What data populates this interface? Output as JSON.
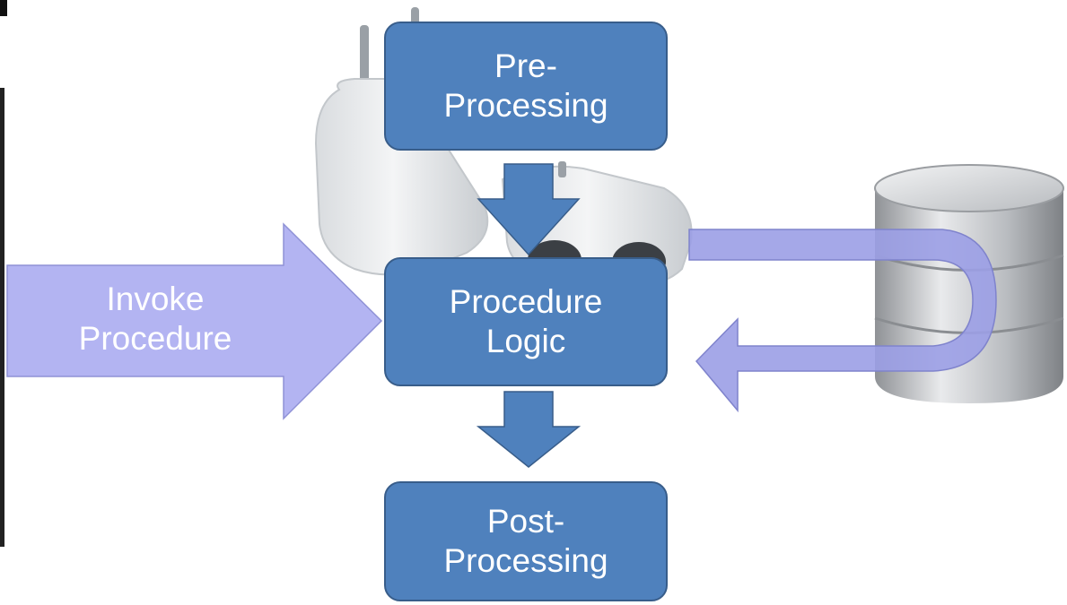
{
  "boxes": {
    "pre": {
      "line1": "Pre-",
      "line2": "Processing"
    },
    "logic": {
      "line1": "Procedure",
      "line2": "Logic"
    },
    "post": {
      "line1": "Post-",
      "line2": "Processing"
    }
  },
  "invoke": {
    "line1": "Invoke",
    "line2": "Procedure"
  },
  "colors": {
    "box_fill": "#4f81bd",
    "box_border": "#385d8a",
    "arrow_light": "#b3b4f2",
    "arrow_loop": "#8f92d6",
    "text": "#ffffff"
  },
  "icons": [
    "power-adapter-image",
    "database-icon"
  ]
}
